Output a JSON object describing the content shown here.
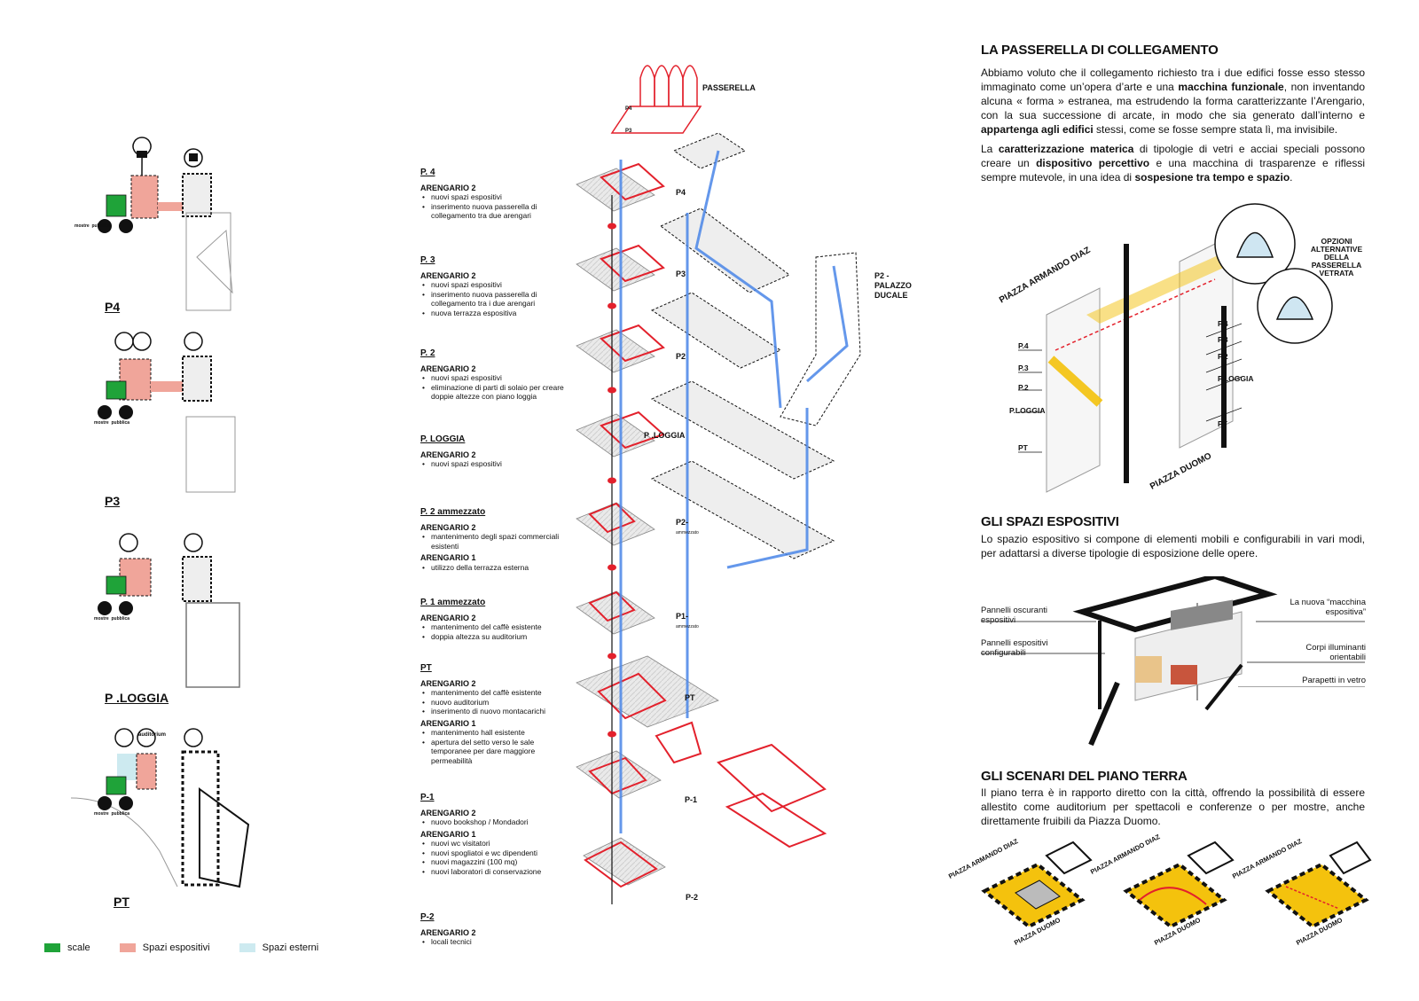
{
  "colors": {
    "stairs": "#1fa339",
    "exhibit": "#f0a59a",
    "outdoor": "#cdeaf0",
    "route": "#4a86e8",
    "accent": "#e3212c",
    "yellow": "#f4c20d"
  },
  "plans": [
    {
      "label": "P4",
      "mostre": "mostre",
      "pubblica": "pubblica"
    },
    {
      "label": "P3",
      "mostre": "mostre",
      "pubblica": "pubblica"
    },
    {
      "label": "P .LOGGIA",
      "mostre": "mostre",
      "pubblica": "pubblica"
    },
    {
      "label": "PT",
      "mostre": "mostre",
      "pubblica": "pubblica",
      "auditorium": "auditorium"
    }
  ],
  "legend": [
    {
      "label": "scale",
      "color": "#1fa339"
    },
    {
      "label": "Spazi espositivi",
      "color": "#f0a59a"
    },
    {
      "label": "Spazi esterni",
      "color": "#cdeaf0"
    }
  ],
  "levels": [
    {
      "title": "P. 4",
      "groups": [
        {
          "name": "ARENGARIO 2",
          "items": [
            "nuovi spazi espositivi",
            "inserimento nuova passerella di collegamento tra due arengari"
          ]
        }
      ]
    },
    {
      "title": "P. 3",
      "groups": [
        {
          "name": "ARENGARIO 2",
          "items": [
            "nuovi spazi espositivi",
            "inserimento nuova passerella di collegamento tra i due arengari",
            "nuova terrazza espositiva"
          ]
        }
      ]
    },
    {
      "title": "P. 2",
      "groups": [
        {
          "name": "ARENGARIO 2",
          "items": [
            "nuovi spazi espositivi",
            "eliminazione di parti di solaio per creare doppie altezze con piano loggia"
          ]
        }
      ]
    },
    {
      "title": "P. LOGGIA",
      "groups": [
        {
          "name": "ARENGARIO 2",
          "items": [
            "nuovi spazi espositivi"
          ]
        }
      ]
    },
    {
      "title": "P. 2 ammezzato",
      "groups": [
        {
          "name": "ARENGARIO 2",
          "items": [
            "mantenimento degli spazi commerciali esistenti"
          ]
        },
        {
          "name": "ARENGARIO 1",
          "items": [
            "utilizzo della terrazza esterna"
          ]
        }
      ]
    },
    {
      "title": "P. 1 ammezzato",
      "groups": [
        {
          "name": "ARENGARIO 2",
          "items": [
            "mantenimento del caffè esistente",
            "doppia altezza su auditorium"
          ]
        }
      ]
    },
    {
      "title": "PT",
      "groups": [
        {
          "name": "ARENGARIO 2",
          "items": [
            "mantenimento del caffè esistente",
            "nuovo auditorium",
            "inserimento di nuovo montacarichi"
          ]
        },
        {
          "name": "ARENGARIO 1",
          "items": [
            "mantenimento hall esistente",
            "apertura del setto verso le sale temporanee per dare maggiore permeabilità"
          ]
        }
      ]
    },
    {
      "title": "P-1",
      "groups": [
        {
          "name": "ARENGARIO 2",
          "items": [
            "nuovo bookshop / Mondadori"
          ]
        },
        {
          "name": "ARENGARIO 1",
          "items": [
            "nuovi wc visitatori",
            "nuovi spogliatoi e wc dipendenti",
            "nuovi magazzini (100 mq)",
            "nuovi laboratori di conservazione"
          ]
        }
      ]
    },
    {
      "title": "P-2",
      "groups": [
        {
          "name": "ARENGARIO 2",
          "items": [
            "locali tecnici"
          ]
        }
      ]
    }
  ],
  "axo": {
    "passerella": "PASSERELLA",
    "p4": "P4",
    "p3": "P3",
    "p2": "P2",
    "ploggia": "P .LOGGIA",
    "p2amm": "P2-",
    "p2amm_sub": "ammezzato",
    "p1amm": "P1-",
    "p1amm_sub": "ammezzato",
    "pt": "PT",
    "pm1": "P-1",
    "pm2": "P-2",
    "palazzo": "P2 -PALAZZO DUCALE",
    "small_p4": "P4",
    "small_p3": "P3"
  },
  "section1": {
    "title": "LA PASSERELLA DI COLLEGAMENTO",
    "p1": [
      {
        "t": "Abbiamo voluto che il collegamento richiesto tra i due edifici fosse esso stesso immaginato come un’opera d’arte e una ",
        "b": false
      },
      {
        "t": "macchina funzionale",
        "b": true
      },
      {
        "t": ", non inventando alcuna « forma » estranea, ma estrudendo la forma caratterizzante l’Arengario, con la sua successione di arcate, in modo che sia generato dall’interno e ",
        "b": false
      },
      {
        "t": "appartenga agli edifici",
        "b": true
      },
      {
        "t": " stessi, come se fosse sempre stata lì, ma invisibile.",
        "b": false
      }
    ],
    "p2": [
      {
        "t": "La ",
        "b": false
      },
      {
        "t": "caratterizzazione materica",
        "b": true
      },
      {
        "t": " di tipologie di vetri e acciai speciali possono creare un ",
        "b": false
      },
      {
        "t": "dispositivo percettivo",
        "b": true
      },
      {
        "t": " e una macchina di trasparenze e riflessi sempre mutevole, in una idea di ",
        "b": false
      },
      {
        "t": "sospesione tra tempo e spazio",
        "b": true
      },
      {
        "t": ".",
        "b": false
      }
    ],
    "diagram": {
      "piazza_armando": "PIAZZA ARMANDO DIAZ",
      "piazza_duomo": "PIAZZA DUOMO",
      "opzioni": "OPZIONI ALTERNATIVE DELLA PASSERELLA VETRATA",
      "left_levels": [
        "P.4",
        "P.3",
        "P.2",
        "P.LOGGIA",
        "PT"
      ],
      "right_levels": [
        "P.4",
        "P.3",
        "P.2",
        "P.LOGGIA",
        "PT"
      ]
    }
  },
  "section2": {
    "title": "GLI SPAZI ESPOSITIVI",
    "text": "Lo spazio espositivo si compone di elementi mobili e configurabili in vari modi, per adattarsi a diverse tipologie di esposizione delle opere.",
    "callouts_left": [
      "Pannelli oscuranti espositivi",
      "Pannelli espositivi configurabili"
    ],
    "callouts_right": [
      "La nuova “macchina espositiva”",
      "Corpi illuminanti orientabili",
      "Parapetti in vetro"
    ]
  },
  "section3": {
    "title": "GLI SCENARI DEL PIANO TERRA",
    "text": "Il piano terra è in rapporto diretto con la città, offrendo la possibilità di essere allestito come auditorium per spettacoli e conferenze o per mostre, anche direttamente fruibili da Piazza Duomo.",
    "piazza_armando": "PIAZZA ARMANDO DIAZ",
    "piazza_duomo": "PIAZZA DUOMO"
  }
}
